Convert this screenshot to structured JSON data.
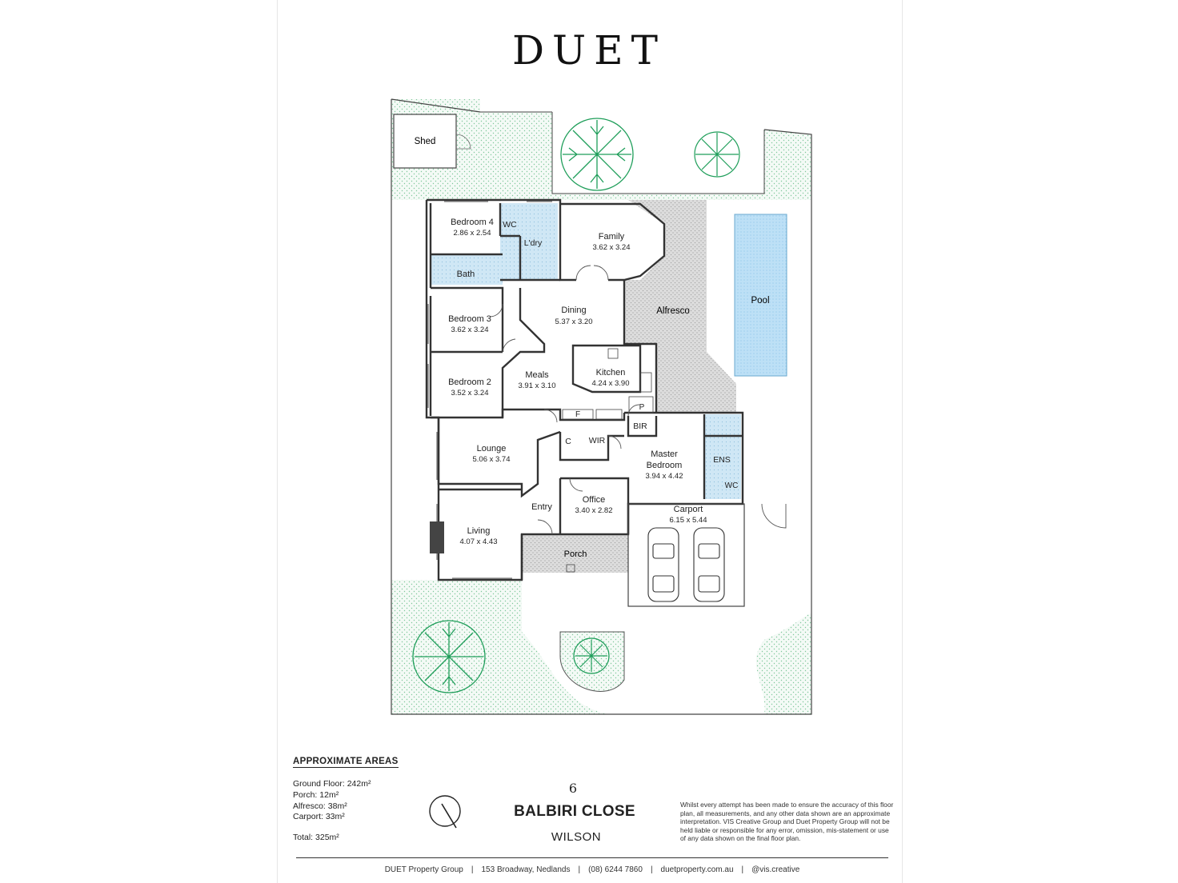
{
  "brand": "DUET",
  "rooms": {
    "shed": "Shed",
    "bedroom4": {
      "name": "Bedroom 4",
      "dims": "2.86 x 2.54"
    },
    "wc1": "WC",
    "laundry": "L'dry",
    "family": {
      "name": "Family",
      "dims": "3.62 x 3.24"
    },
    "bath": "Bath",
    "dining": {
      "name": "Dining",
      "dims": "5.37 x 3.20"
    },
    "alfresco": "Alfresco",
    "pool": "Pool",
    "bedroom3": {
      "name": "Bedroom 3",
      "dims": "3.62 x 3.24"
    },
    "bedroom2": {
      "name": "Bedroom 2",
      "dims": "3.52 x 3.24"
    },
    "meals": {
      "name": "Meals",
      "dims": "3.91 x 3.10"
    },
    "kitchen": {
      "name": "Kitchen",
      "dims": "4.24 x 3.90"
    },
    "pantry": "P",
    "fridge": "F",
    "bir": "BIR",
    "wir": "WIR",
    "cupboard": "C",
    "ens": "ENS",
    "wc2": "WC",
    "lounge": {
      "name": "Lounge",
      "dims": "5.06 x 3.74"
    },
    "master": {
      "name1": "Master",
      "name2": "Bedroom",
      "dims": "3.94 x 4.42"
    },
    "entry": "Entry",
    "office": {
      "name": "Office",
      "dims": "3.40 x 2.82"
    },
    "carport": {
      "name": "Carport",
      "dims": "6.15 x 5.44"
    },
    "living": {
      "name": "Living",
      "dims": "4.07 x 4.43"
    },
    "porch": "Porch"
  },
  "areas": {
    "title": "APPROXIMATE AREAS",
    "ground": "Ground Floor: 242m²",
    "porch": "Porch: 12m²",
    "alfresco": "Alfresco: 38m²",
    "carport": "Carport: 33m²",
    "total": "Total: 325m²"
  },
  "address": {
    "number": "6",
    "street": "BALBIRI CLOSE",
    "suburb": "WILSON"
  },
  "disclaimer": "Whilst every attempt has been made to ensure the accuracy of this floor plan, all measurements, and any other data shown are an approximate interpretation. VIS Creative Group and Duet Property Group will not be held liable or responsible for any error, omission, mis-statement or use of any data shown on the final floor plan.",
  "footer": {
    "company": "DUET Property Group",
    "address": "153 Broadway, Nedlands",
    "phone": "(08) 6244 7860",
    "website": "duetproperty.com.au",
    "credit": "@vis.creative"
  },
  "colors": {
    "grass_dots": "#7fc79b",
    "tree": "#1f9e5a",
    "pool": "#bfe0f5",
    "wet_area": "#c9e4f3",
    "paving": "#d9d9d9",
    "wall": "#333333"
  }
}
